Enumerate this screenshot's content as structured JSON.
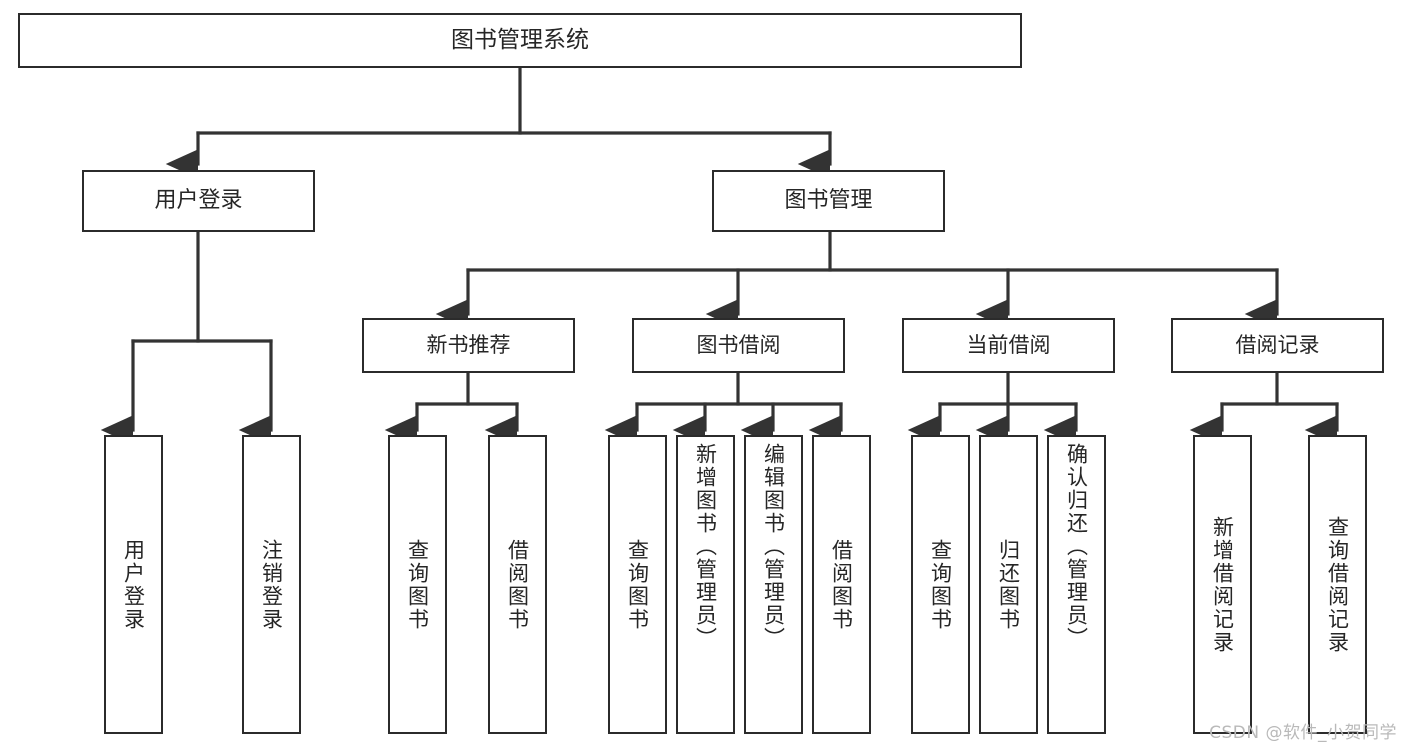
{
  "diagram": {
    "title": "图书管理系统",
    "type": "tree",
    "watermark": "CSDN @软件_小贺同学",
    "colors": {
      "box_border": "#2b2b2b",
      "box_fill": "#ffffff",
      "text": "#262626",
      "connector": "#333333",
      "watermark": "#b9b9b9",
      "background": "#ffffff"
    },
    "root": {
      "label": "图书管理系统",
      "children": [
        {
          "label": "用户登录",
          "children": [
            {
              "label": "用户登录"
            },
            {
              "label": "注销登录"
            }
          ]
        },
        {
          "label": "图书管理",
          "children": [
            {
              "label": "新书推荐",
              "children": [
                {
                  "label": "查询图书"
                },
                {
                  "label": "借阅图书"
                }
              ]
            },
            {
              "label": "图书借阅",
              "children": [
                {
                  "label": "查询图书"
                },
                {
                  "label": "新增图书（管理员）"
                },
                {
                  "label": "编辑图书（管理员）"
                },
                {
                  "label": "借阅图书"
                }
              ]
            },
            {
              "label": "当前借阅",
              "children": [
                {
                  "label": "查询图书"
                },
                {
                  "label": "归还图书"
                },
                {
                  "label": "确认归还（管理员）"
                }
              ]
            },
            {
              "label": "借阅记录",
              "children": [
                {
                  "label": "新增借阅记录"
                },
                {
                  "label": "查询借阅记录"
                }
              ]
            }
          ]
        }
      ]
    },
    "nodes": {
      "root": "图书管理系统",
      "user_login": "用户登录",
      "book_manage": "图书管理",
      "new_book_rec": "新书推荐",
      "book_borrow": "图书借阅",
      "current_borrow": "当前借阅",
      "borrow_record": "借阅记录",
      "leaf_user_login": "用户登录",
      "leaf_logout": "注销登录",
      "leaf_rec_query": "查询图书",
      "leaf_rec_borrow": "借阅图书",
      "leaf_borrow_query": "查询图书",
      "leaf_borrow_add": "新增图书（管理员）",
      "leaf_borrow_edit": "编辑图书（管理员）",
      "leaf_borrow_do": "借阅图书",
      "leaf_cur_query": "查询图书",
      "leaf_cur_return": "归还图书",
      "leaf_cur_confirm": "确认归还（管理员）",
      "leaf_rec_add": "新增借阅记录",
      "leaf_rec_query2": "查询借阅记录"
    }
  }
}
